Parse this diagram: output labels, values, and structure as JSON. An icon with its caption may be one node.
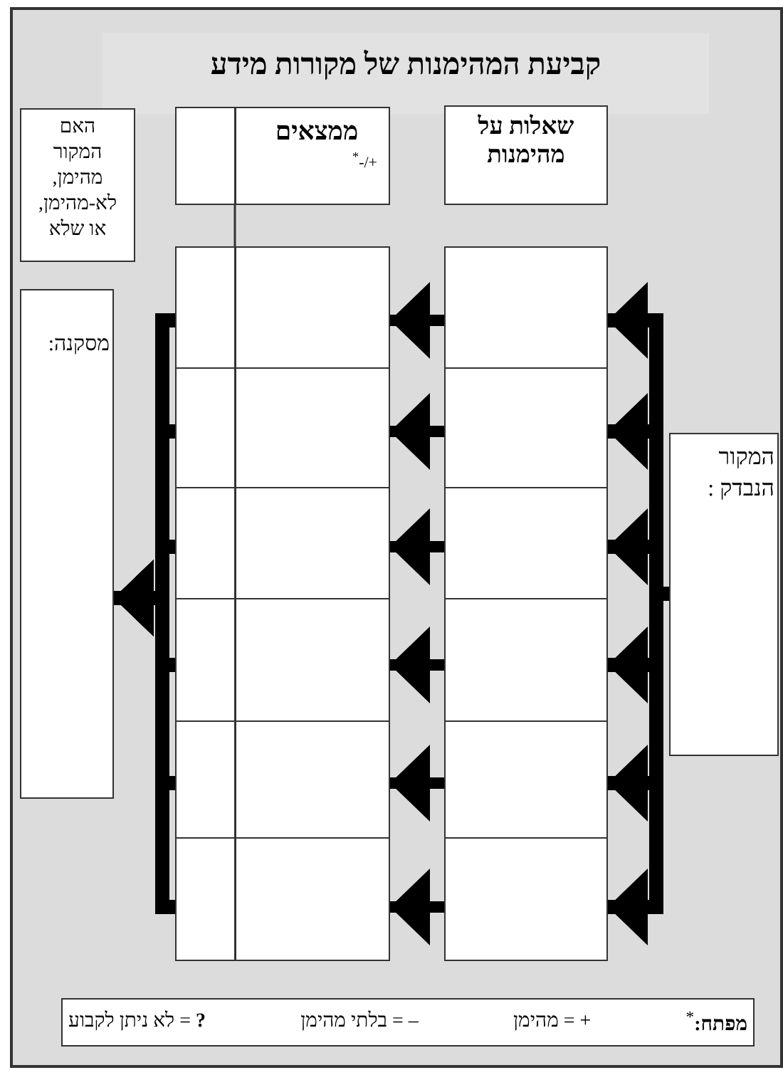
{
  "diagram": {
    "title": "קביעת המהימנות של מקורות מידע",
    "nodes": [
      {
        "text": [
          "שאלות על מהימנות"
        ]
      },
      {
        "text": [
          "ממצאים",
          "+/-$^{*}$"
        ]
      },
      {
        "text": [
          "האם המקור מהימן, לא-מהימן, או שלא"
        ]
      },
      {
        "text": [
          "המקור הנבדק :"
        ]
      },
      {
        "text": [
          "מסקנה:"
        ]
      },
      {
        "text": [],
        "shape": "box"
      },
      {
        "text": [],
        "shape": "box"
      },
      {
        "text": [],
        "shape": "box"
      },
      {
        "text": [],
        "shape": "box"
      },
      {
        "text": [],
        "shape": "box"
      },
      {
        "text": [],
        "shape": "box"
      },
      {
        "text": [],
        "shape": "box"
      },
      {
        "text": [],
        "shape": "box"
      },
      {
        "text": [],
        "shape": "box"
      },
      {
        "text": [],
        "shape": "box"
      },
      {
        "text": [],
        "shape": "box"
      },
      {
        "text": [],
        "shape": "box"
      },
      {
        "text": [
          "**מפתח:**$^{*}$",
          "+ = מהימן",
          "– = בלתי מהימן",
          "**?** = לא ניתן לקבוע"
        ]
      }
    ],
    "edges": [
      {
        "from": 3,
        "to": 5,
        "arrow": "to"
      },
      {
        "from": 3,
        "to": 6,
        "arrow": "to"
      },
      {
        "from": 3,
        "to": 7,
        "arrow": "to"
      },
      {
        "from": 3,
        "to": 8,
        "arrow": "to"
      },
      {
        "from": 3,
        "to": 9,
        "arrow": "to"
      },
      {
        "from": 3,
        "to": 10,
        "arrow": "to"
      },
      {
        "from": 5,
        "to": 11,
        "arrow": "to"
      },
      {
        "from": 6,
        "to": 12,
        "arrow": "to"
      },
      {
        "from": 7,
        "to": 13,
        "arrow": "to"
      },
      {
        "from": 8,
        "to": 14,
        "arrow": "to"
      },
      {
        "from": 9,
        "to": 15,
        "arrow": "to"
      },
      {
        "from": 10,
        "to": 16,
        "arrow": "to"
      },
      {
        "from": 11,
        "to": 4,
        "arrow": "to"
      },
      {
        "from": 12,
        "to": 4,
        "arrow": "to"
      },
      {
        "from": 13,
        "to": 4,
        "arrow": "to"
      },
      {
        "from": 14,
        "to": 4,
        "arrow": "to"
      },
      {
        "from": 15,
        "to": 4,
        "arrow": "to"
      },
      {
        "from": 16,
        "to": 4,
        "arrow": "to"
      }
    ]
  }
}
